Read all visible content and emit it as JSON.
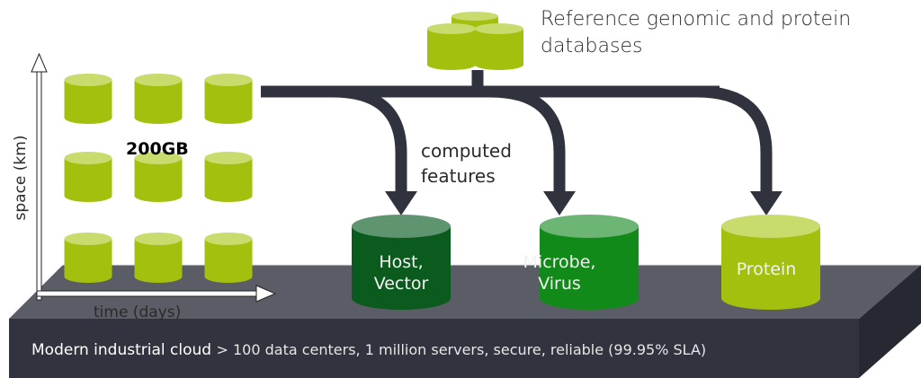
{
  "diagram": {
    "reference_db_label": "Reference genomic and protein databases",
    "reference_db_lines": [
      "Reference genomic and protein",
      "databases"
    ],
    "computed_label_lines": [
      "computed",
      "features"
    ],
    "data_size_label": "200GB",
    "axes": {
      "x_label": "time (days)",
      "y_label": "space (km)"
    },
    "target_databases": [
      {
        "label_lines": [
          "Host,",
          "Vector"
        ],
        "color": "#0b5a1e",
        "top_color": "#5f9470"
      },
      {
        "label_lines": [
          "Microbe,",
          "Virus"
        ],
        "color": "#128a1a",
        "top_color": "#6db574"
      },
      {
        "label_lines": [
          "Protein"
        ],
        "color": "#a4c00f",
        "top_color": "#c8dc6e"
      }
    ],
    "data_cylinder_grid": {
      "rows": 3,
      "cols": 3,
      "color": "#a4c00f",
      "top_color": "#c8dc6e"
    },
    "cloud": {
      "title": "Modern industrial cloud",
      "detail": "> 100 data centers, 1 million servers, secure, reliable (99.95% SLA)"
    },
    "colors": {
      "arrow": "#30333d",
      "platform_top": "#5a5d66",
      "platform_front": "#31343e",
      "platform_side": "#262932",
      "lime": "#a4c00f"
    }
  }
}
